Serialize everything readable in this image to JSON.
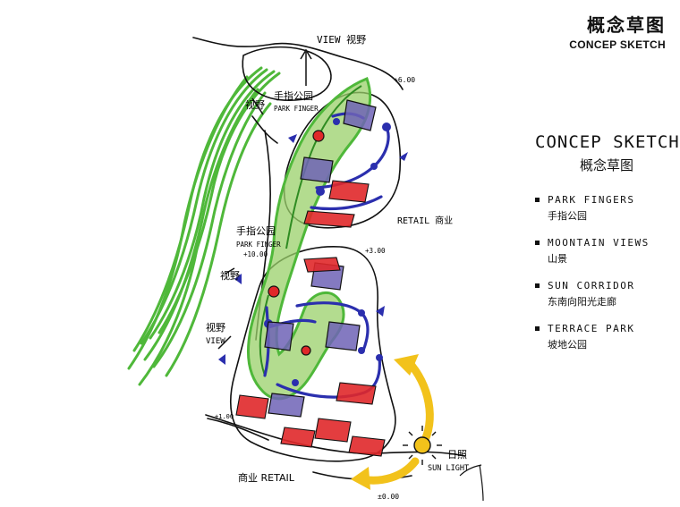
{
  "header": {
    "title_cn": "概念草图",
    "title_en": "CONCEP SKETCH"
  },
  "legend": {
    "title": "CONCEP SKETCH",
    "subtitle": "概念草图",
    "items": [
      {
        "en": "PARK FINGERS",
        "cn": "手指公园"
      },
      {
        "en": "MOONTAIN VIEWS",
        "cn": "山景"
      },
      {
        "en": "SUN CORRIDOR",
        "cn": "东南向阳光走廊"
      },
      {
        "en": "TERRACE PARK",
        "cn": "坡地公园"
      }
    ]
  },
  "labels": {
    "view_top": "VIEW 视野",
    "shiye_1": "视野",
    "park_finger_cn_1": "手指公园",
    "park_finger_en_1": "PARK FINGER",
    "elev_600": "+6.00",
    "retail_right": "RETAIL 商业",
    "park_finger_cn_2": "手指公园",
    "park_finger_en_2": "PARK FINGER",
    "elev_1000": "+10.00",
    "elev_300": "+3.00",
    "shiye_2": "视野",
    "shiye_3": "视野",
    "view_left": "VIEW",
    "elev_100": "+1.00",
    "sun_cn": "日照",
    "sun_en": "SUN LIGHT",
    "retail_bottom": "商业 RETAIL",
    "elev_000": "±0.00"
  },
  "colors": {
    "green": "#4fb83a",
    "green_light": "#9ad06a",
    "blue": "#2b2fae",
    "red": "#e0282a",
    "yellow": "#f2c21b",
    "purple": "#6e63b6"
  }
}
